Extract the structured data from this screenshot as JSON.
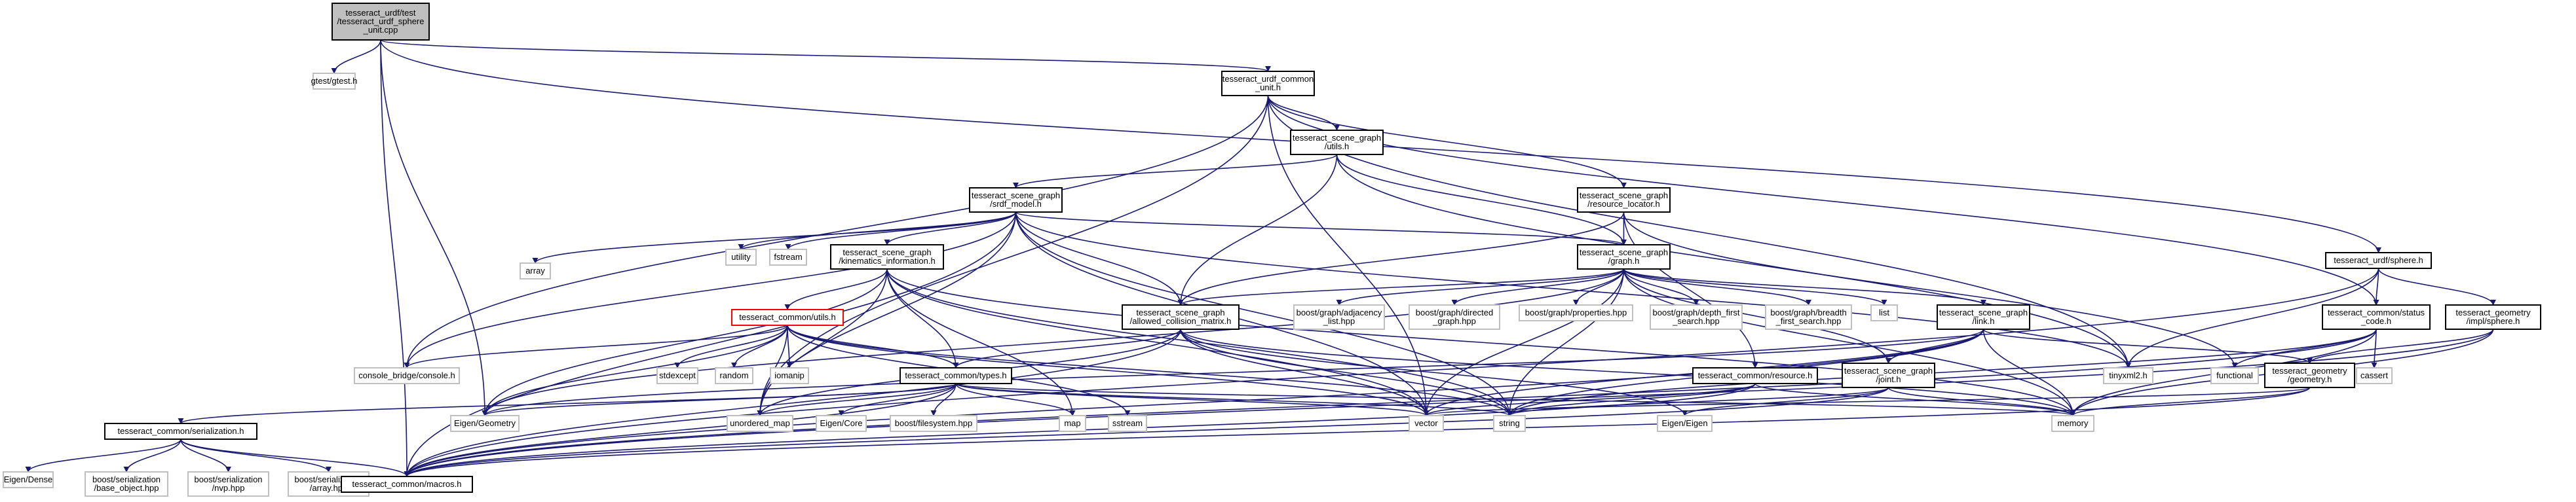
{
  "colors": {
    "edge": "#191970",
    "root_fill": "#bfbfbf",
    "node_border": "#000000",
    "external_border": "#bfbfbf",
    "highlight_border": "#ff0000"
  },
  "nodes": [
    {
      "id": "root",
      "lines": [
        "tesseract_urdf/test",
        "/tesseract_urdf_sphere",
        "_unit.cpp"
      ],
      "style": "root"
    },
    {
      "id": "gtest",
      "lines": [
        "gtest/gtest.h"
      ],
      "style": "ext"
    },
    {
      "id": "common_unit",
      "lines": [
        "tesseract_urdf_common",
        "_unit.h"
      ],
      "style": "box"
    },
    {
      "id": "sg_utils",
      "lines": [
        "tesseract_scene_graph",
        "/utils.h"
      ],
      "style": "box"
    },
    {
      "id": "sg_srdf",
      "lines": [
        "tesseract_scene_graph",
        "/srdf_model.h"
      ],
      "style": "box"
    },
    {
      "id": "sg_resource_locator",
      "lines": [
        "tesseract_scene_graph",
        "/resource_locator.h"
      ],
      "style": "box"
    },
    {
      "id": "urdf_sphere",
      "lines": [
        "tesseract_urdf/sphere.h"
      ],
      "style": "box"
    },
    {
      "id": "utility",
      "lines": [
        "utility"
      ],
      "style": "ext"
    },
    {
      "id": "fstream",
      "lines": [
        "fstream"
      ],
      "style": "ext"
    },
    {
      "id": "sg_kin",
      "lines": [
        "tesseract_scene_graph",
        "/kinematics_information.h"
      ],
      "style": "box"
    },
    {
      "id": "sg_graph",
      "lines": [
        "tesseract_scene_graph",
        "/graph.h"
      ],
      "style": "box"
    },
    {
      "id": "array",
      "lines": [
        "array"
      ],
      "style": "ext"
    },
    {
      "id": "common_utils",
      "lines": [
        "tesseract_common/utils.h"
      ],
      "style": "red"
    },
    {
      "id": "sg_acm",
      "lines": [
        "tesseract_scene_graph",
        "/allowed_collision_matrix.h"
      ],
      "style": "box"
    },
    {
      "id": "boost_adj",
      "lines": [
        "boost/graph/adjacency",
        "_list.hpp"
      ],
      "style": "ext"
    },
    {
      "id": "boost_directed",
      "lines": [
        "boost/graph/directed",
        "_graph.hpp"
      ],
      "style": "ext"
    },
    {
      "id": "boost_props",
      "lines": [
        "boost/graph/properties.hpp"
      ],
      "style": "ext"
    },
    {
      "id": "boost_dfs",
      "lines": [
        "boost/graph/depth_first",
        "_search.hpp"
      ],
      "style": "ext"
    },
    {
      "id": "boost_bfs",
      "lines": [
        "boost/graph/breadth",
        "_first_search.hpp"
      ],
      "style": "ext"
    },
    {
      "id": "list",
      "lines": [
        "list"
      ],
      "style": "ext"
    },
    {
      "id": "sg_link",
      "lines": [
        "tesseract_scene_graph",
        "/link.h"
      ],
      "style": "box"
    },
    {
      "id": "common_status",
      "lines": [
        "tesseract_common/status",
        "_code.h"
      ],
      "style": "box"
    },
    {
      "id": "geom_impl_sphere",
      "lines": [
        "tesseract_geometry",
        "/impl/sphere.h"
      ],
      "style": "box"
    },
    {
      "id": "console_bridge",
      "lines": [
        "console_bridge/console.h"
      ],
      "style": "ext"
    },
    {
      "id": "stdexcept",
      "lines": [
        "stdexcept"
      ],
      "style": "ext"
    },
    {
      "id": "random",
      "lines": [
        "random"
      ],
      "style": "ext"
    },
    {
      "id": "iomanip",
      "lines": [
        "iomanip"
      ],
      "style": "ext"
    },
    {
      "id": "common_types",
      "lines": [
        "tesseract_common/types.h"
      ],
      "style": "box"
    },
    {
      "id": "common_resource",
      "lines": [
        "tesseract_common/resource.h"
      ],
      "style": "box"
    },
    {
      "id": "sg_joint",
      "lines": [
        "tesseract_scene_graph",
        "/joint.h"
      ],
      "style": "box"
    },
    {
      "id": "tinyxml2",
      "lines": [
        "tinyxml2.h"
      ],
      "style": "ext"
    },
    {
      "id": "functional",
      "lines": [
        "functional"
      ],
      "style": "ext"
    },
    {
      "id": "cassert",
      "lines": [
        "cassert"
      ],
      "style": "ext"
    },
    {
      "id": "geom_geometry",
      "lines": [
        "tesseract_geometry",
        "/geometry.h"
      ],
      "style": "box"
    },
    {
      "id": "eigen_geometry",
      "lines": [
        "Eigen/Geometry"
      ],
      "style": "ext"
    },
    {
      "id": "unordered_map",
      "lines": [
        "unordered_map"
      ],
      "style": "ext"
    },
    {
      "id": "eigen_core",
      "lines": [
        "Eigen/Core"
      ],
      "style": "ext"
    },
    {
      "id": "boost_fs",
      "lines": [
        "boost/filesystem.hpp"
      ],
      "style": "ext"
    },
    {
      "id": "map",
      "lines": [
        "map"
      ],
      "style": "ext"
    },
    {
      "id": "sstream",
      "lines": [
        "sstream"
      ],
      "style": "ext"
    },
    {
      "id": "vector",
      "lines": [
        "vector"
      ],
      "style": "ext"
    },
    {
      "id": "string",
      "lines": [
        "string"
      ],
      "style": "ext"
    },
    {
      "id": "eigen_eigen",
      "lines": [
        "Eigen/Eigen"
      ],
      "style": "ext"
    },
    {
      "id": "memory",
      "lines": [
        "memory"
      ],
      "style": "ext"
    },
    {
      "id": "common_serialization",
      "lines": [
        "tesseract_common/serialization.h"
      ],
      "style": "box"
    },
    {
      "id": "eigen_dense",
      "lines": [
        "Eigen/Dense"
      ],
      "style": "ext"
    },
    {
      "id": "boost_ser_base",
      "lines": [
        "boost/serialization",
        "/base_object.hpp"
      ],
      "style": "ext"
    },
    {
      "id": "boost_ser_nvp",
      "lines": [
        "boost/serialization",
        "/nvp.hpp"
      ],
      "style": "ext"
    },
    {
      "id": "boost_ser_array",
      "lines": [
        "boost/serialization",
        "/array.hpp"
      ],
      "style": "ext"
    },
    {
      "id": "common_macros",
      "lines": [
        "tesseract_common/macros.h"
      ],
      "style": "box"
    }
  ],
  "edges": [
    [
      "root",
      "gtest"
    ],
    [
      "root",
      "common_unit"
    ],
    [
      "root",
      "urdf_sphere"
    ],
    [
      "root",
      "eigen_geometry"
    ],
    [
      "root",
      "common_macros"
    ],
    [
      "common_unit",
      "sg_utils"
    ],
    [
      "common_unit",
      "sg_resource_locator"
    ],
    [
      "common_unit",
      "console_bridge"
    ],
    [
      "common_unit",
      "common_status"
    ],
    [
      "common_unit",
      "tinyxml2"
    ],
    [
      "common_unit",
      "vector"
    ],
    [
      "common_unit",
      "unordered_map"
    ],
    [
      "sg_utils",
      "sg_srdf"
    ],
    [
      "sg_utils",
      "sg_graph"
    ],
    [
      "sg_utils",
      "sg_acm"
    ],
    [
      "sg_utils",
      "tinyxml2"
    ],
    [
      "sg_srdf",
      "utility"
    ],
    [
      "sg_srdf",
      "fstream"
    ],
    [
      "sg_srdf",
      "sg_kin"
    ],
    [
      "sg_srdf",
      "sg_graph"
    ],
    [
      "sg_srdf",
      "array"
    ],
    [
      "sg_srdf",
      "sg_acm"
    ],
    [
      "sg_srdf",
      "console_bridge"
    ],
    [
      "sg_srdf",
      "vector"
    ],
    [
      "sg_srdf",
      "string"
    ],
    [
      "sg_srdf",
      "unordered_map"
    ],
    [
      "sg_srdf",
      "tinyxml2"
    ],
    [
      "sg_srdf",
      "common_macros"
    ],
    [
      "sg_resource_locator",
      "sg_graph"
    ],
    [
      "sg_resource_locator",
      "sg_acm"
    ],
    [
      "sg_resource_locator",
      "common_resource"
    ],
    [
      "sg_resource_locator",
      "functional"
    ],
    [
      "urdf_sphere",
      "common_status"
    ],
    [
      "urdf_sphere",
      "geom_impl_sphere"
    ],
    [
      "urdf_sphere",
      "tinyxml2"
    ],
    [
      "urdf_sphere",
      "common_macros"
    ],
    [
      "sg_kin",
      "common_utils"
    ],
    [
      "sg_kin",
      "common_types"
    ],
    [
      "sg_kin",
      "eigen_geometry"
    ],
    [
      "sg_kin",
      "unordered_map"
    ],
    [
      "sg_kin",
      "vector"
    ],
    [
      "sg_kin",
      "string"
    ],
    [
      "sg_kin",
      "map"
    ],
    [
      "sg_kin",
      "memory"
    ],
    [
      "sg_graph",
      "sg_acm"
    ],
    [
      "sg_graph",
      "boost_adj"
    ],
    [
      "sg_graph",
      "boost_directed"
    ],
    [
      "sg_graph",
      "boost_props"
    ],
    [
      "sg_graph",
      "boost_dfs"
    ],
    [
      "sg_graph",
      "boost_bfs"
    ],
    [
      "sg_graph",
      "list"
    ],
    [
      "sg_graph",
      "sg_link"
    ],
    [
      "sg_graph",
      "sg_joint"
    ],
    [
      "sg_graph",
      "eigen_geometry"
    ],
    [
      "sg_graph",
      "string"
    ],
    [
      "sg_graph",
      "vector"
    ],
    [
      "sg_graph",
      "memory"
    ],
    [
      "common_utils",
      "console_bridge"
    ],
    [
      "common_utils",
      "stdexcept"
    ],
    [
      "common_utils",
      "random"
    ],
    [
      "common_utils",
      "iomanip"
    ],
    [
      "common_utils",
      "common_types"
    ],
    [
      "common_utils",
      "eigen_geometry"
    ],
    [
      "common_utils",
      "vector"
    ],
    [
      "common_utils",
      "string"
    ],
    [
      "common_utils",
      "sstream"
    ],
    [
      "common_utils",
      "unordered_map"
    ],
    [
      "sg_acm",
      "common_types"
    ],
    [
      "sg_acm",
      "unordered_map"
    ],
    [
      "sg_acm",
      "vector"
    ],
    [
      "sg_acm",
      "string"
    ],
    [
      "sg_acm",
      "memory"
    ],
    [
      "sg_acm",
      "eigen_eigen"
    ],
    [
      "sg_acm",
      "common_macros"
    ],
    [
      "sg_link",
      "sg_joint"
    ],
    [
      "sg_link",
      "geom_geometry"
    ],
    [
      "sg_link",
      "common_macros"
    ],
    [
      "sg_link",
      "vector"
    ],
    [
      "sg_link",
      "string"
    ],
    [
      "sg_link",
      "memory"
    ],
    [
      "sg_link",
      "eigen_geometry"
    ],
    [
      "common_status",
      "functional"
    ],
    [
      "common_status",
      "cassert"
    ],
    [
      "common_status",
      "memory"
    ],
    [
      "common_status",
      "string"
    ],
    [
      "common_status",
      "common_macros"
    ],
    [
      "geom_impl_sphere",
      "geom_geometry"
    ],
    [
      "geom_impl_sphere",
      "memory"
    ],
    [
      "geom_impl_sphere",
      "common_macros"
    ],
    [
      "common_types",
      "eigen_core"
    ],
    [
      "common_types",
      "boost_fs"
    ],
    [
      "common_types",
      "map"
    ],
    [
      "common_types",
      "vector"
    ],
    [
      "common_types",
      "string"
    ],
    [
      "common_types",
      "unordered_map"
    ],
    [
      "common_types",
      "common_serialization"
    ],
    [
      "common_types",
      "eigen_geometry"
    ],
    [
      "common_types",
      "common_macros"
    ],
    [
      "common_types",
      "memory"
    ],
    [
      "common_resource",
      "common_macros"
    ],
    [
      "common_resource",
      "vector"
    ],
    [
      "common_resource",
      "string"
    ],
    [
      "common_resource",
      "memory"
    ],
    [
      "sg_joint",
      "eigen_eigen"
    ],
    [
      "sg_joint",
      "string"
    ],
    [
      "sg_joint",
      "memory"
    ],
    [
      "sg_joint",
      "common_macros"
    ],
    [
      "geom_geometry",
      "vector"
    ],
    [
      "geom_geometry",
      "memory"
    ],
    [
      "geom_geometry",
      "common_macros"
    ],
    [
      "common_serialization",
      "eigen_dense"
    ],
    [
      "common_serialization",
      "boost_ser_base"
    ],
    [
      "common_serialization",
      "boost_ser_nvp"
    ],
    [
      "common_serialization",
      "boost_ser_array"
    ],
    [
      "common_serialization",
      "common_macros"
    ]
  ]
}
